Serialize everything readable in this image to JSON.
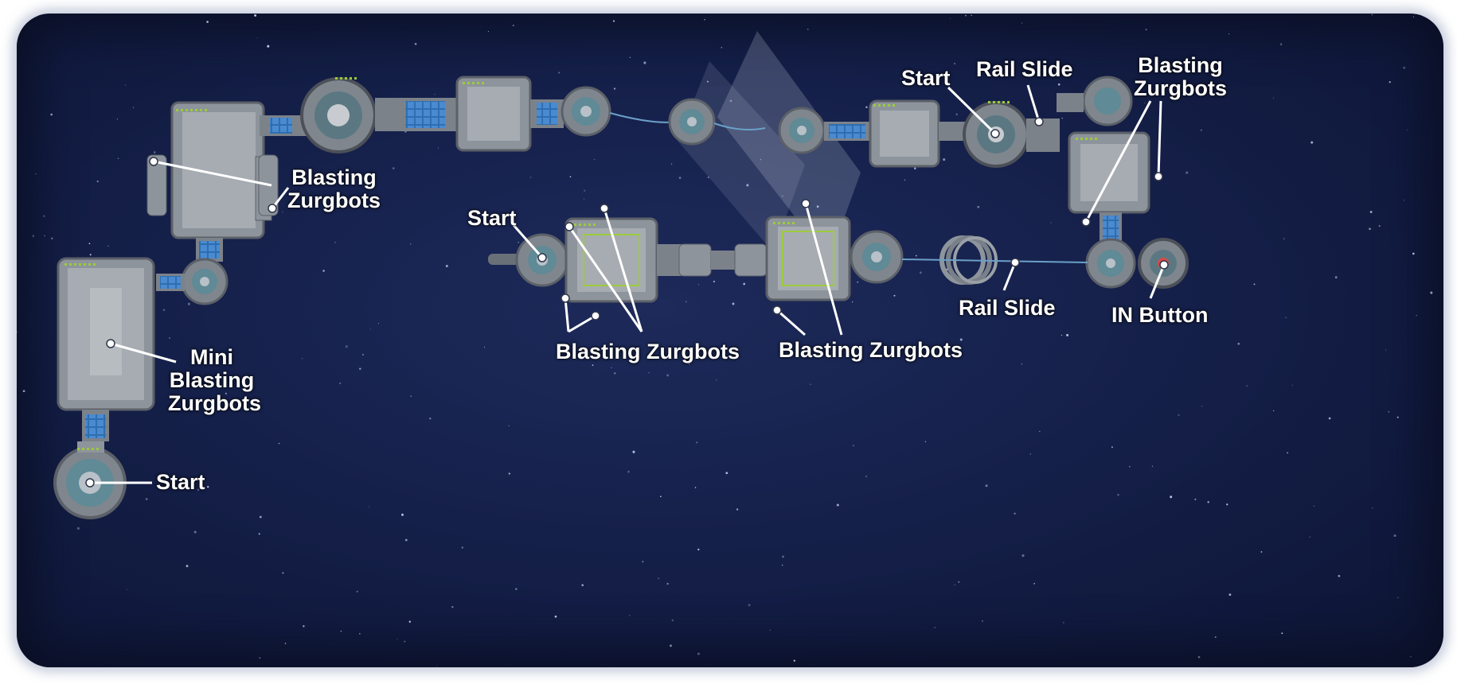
{
  "map": {
    "labels": {
      "start_bottom_left": "Start",
      "start_center": "Start",
      "start_top_right": "Start",
      "blasting_zurgbots_left": "Blasting\nZurgbots",
      "mini_blasting_zurgbots": "Mini\nBlasting\nZurgbots",
      "blasting_zurgbots_center": "Blasting Zurgbots",
      "blasting_zurgbots_middle": "Blasting Zurgbots",
      "blasting_zurgbots_top_right": "Blasting\nZurgbots",
      "rail_slide_top": "Rail Slide",
      "rail_slide_bottom": "Rail Slide",
      "in_button": "IN Button"
    },
    "colors": {
      "space_background": "#15204a",
      "station_metal": "#8e949c",
      "station_edge": "#5c6068",
      "station_floor": "#a7acb2",
      "accent_green": "#9ccb3a",
      "accent_blue": "#3e78b8",
      "callout_line": "#ffffff"
    },
    "icons": [
      "callout-dot"
    ]
  }
}
